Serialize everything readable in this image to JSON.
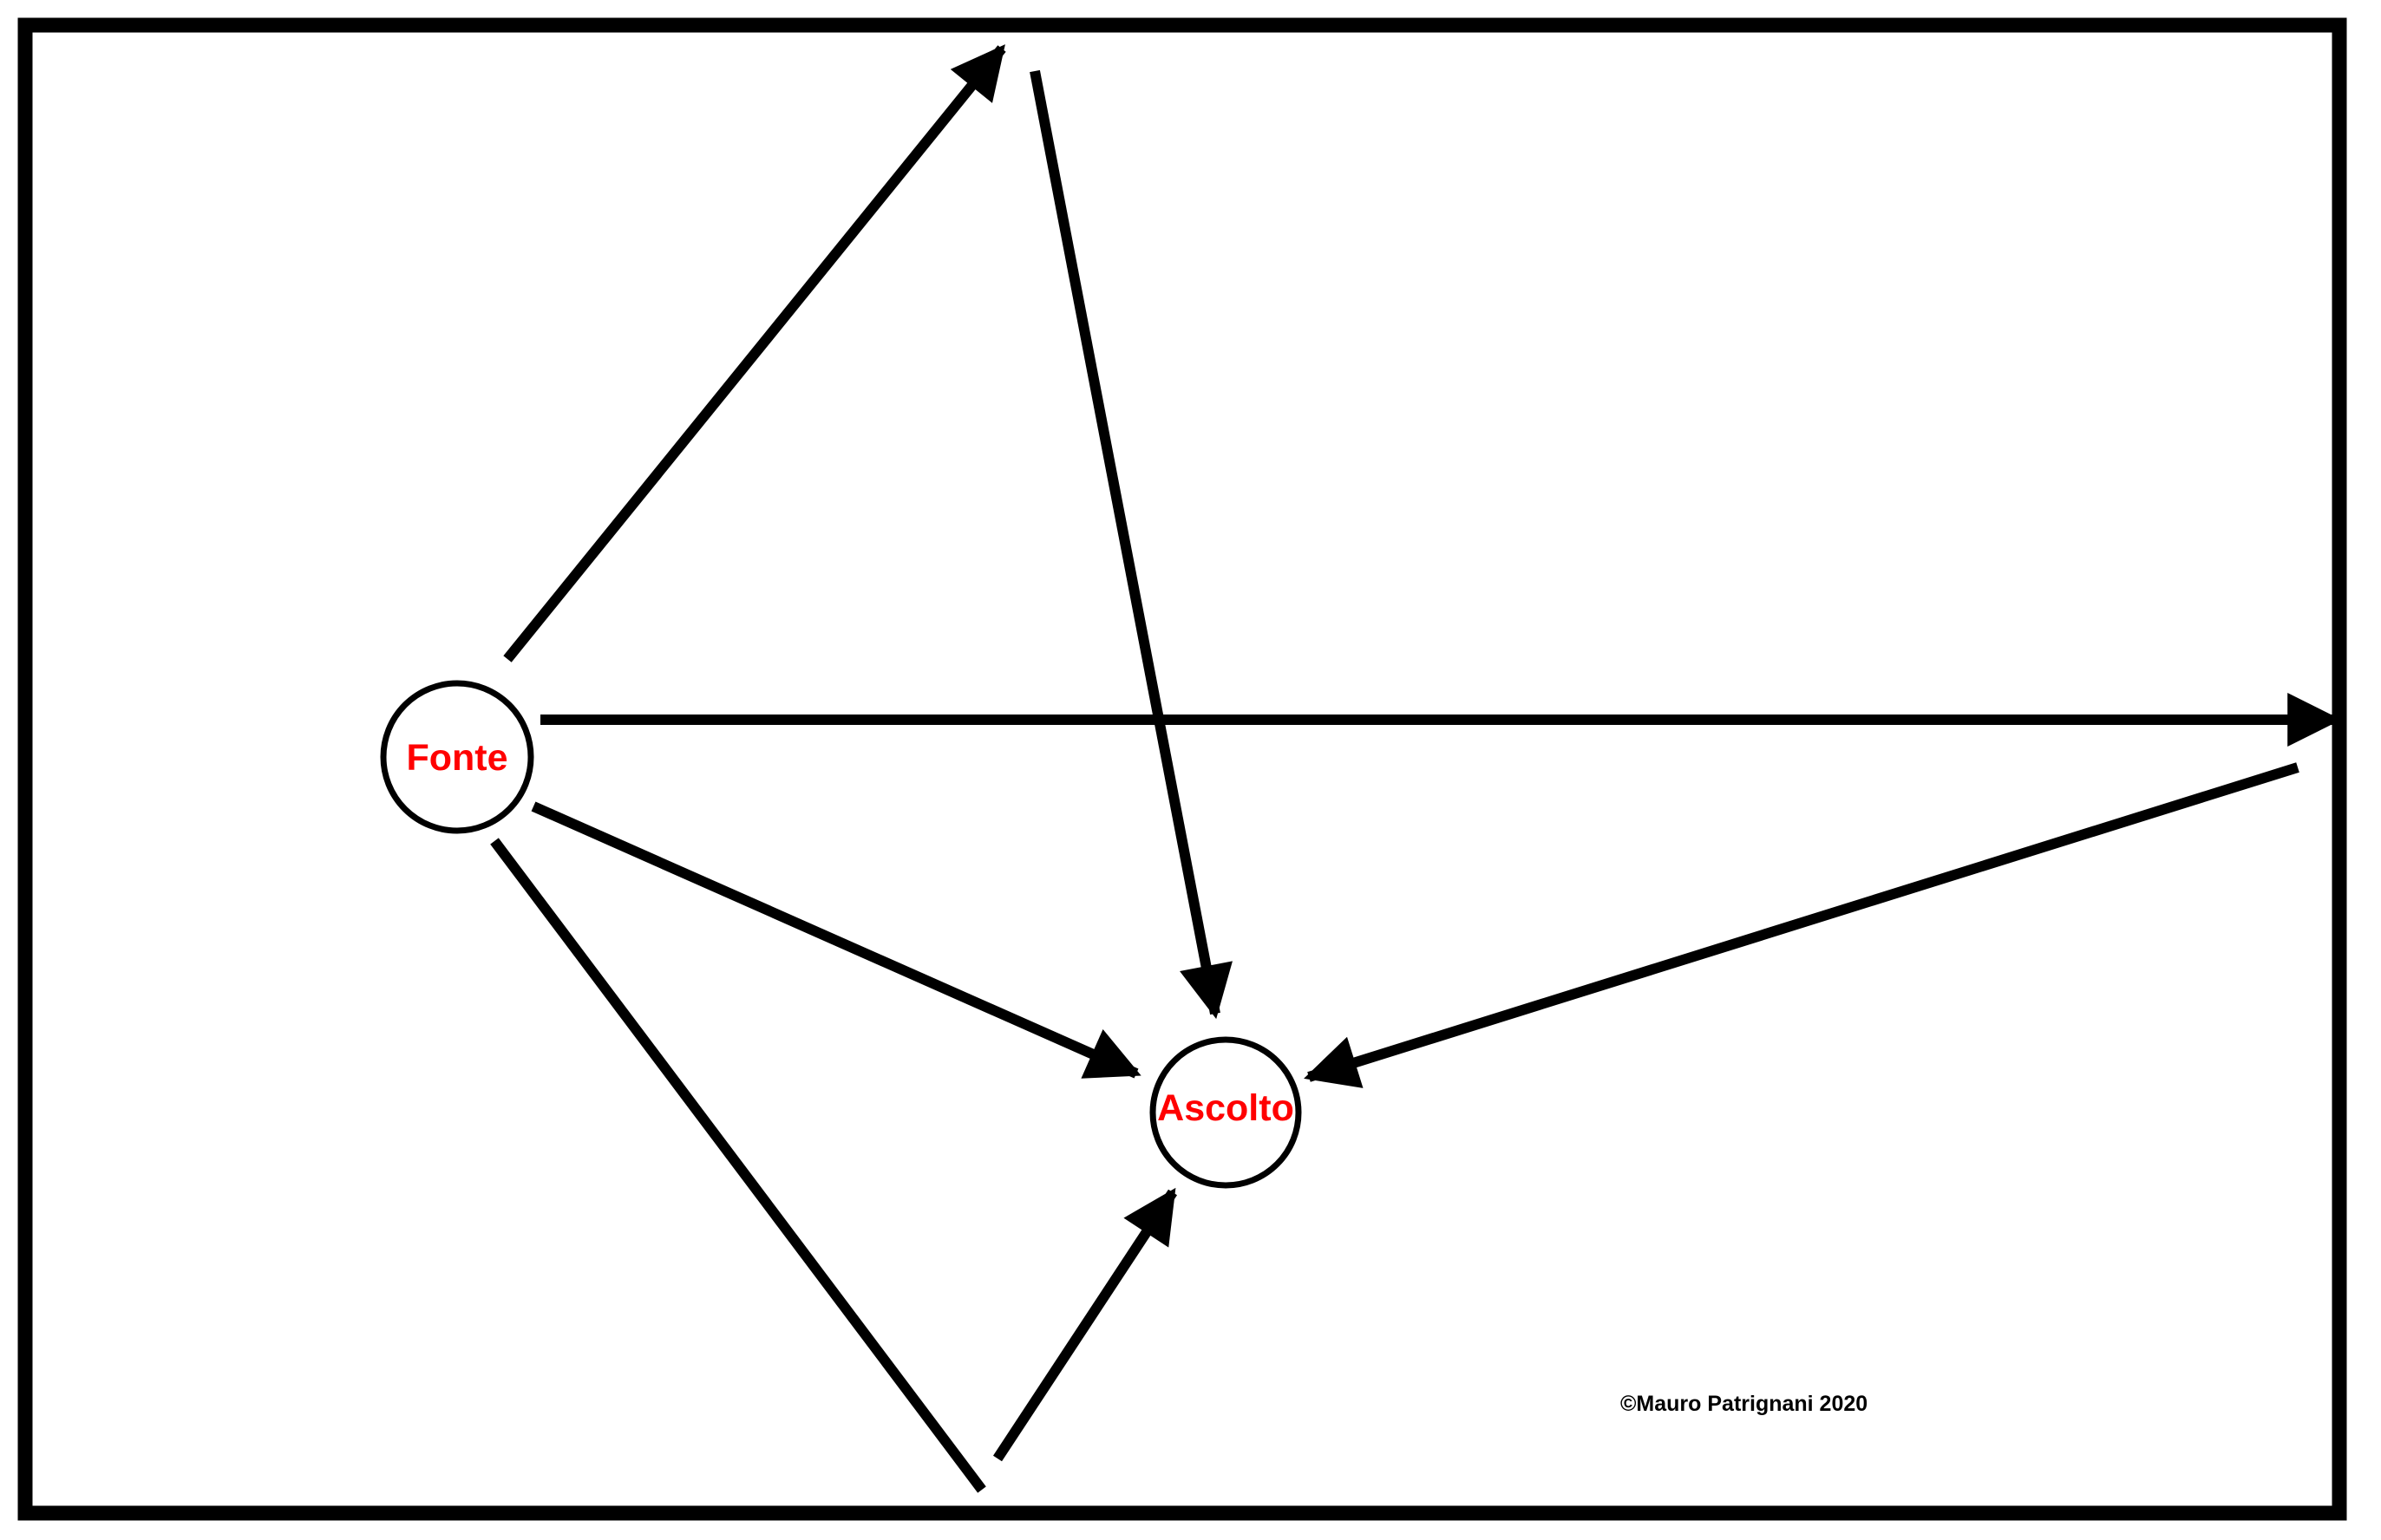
{
  "nodes": {
    "source": {
      "label": "Fonte"
    },
    "listener": {
      "label": "Ascolto"
    }
  },
  "copyright": "©Mauro Patrignani 2020",
  "colors": {
    "label": "#ff0000",
    "stroke": "#000000",
    "background": "#ffffff"
  }
}
